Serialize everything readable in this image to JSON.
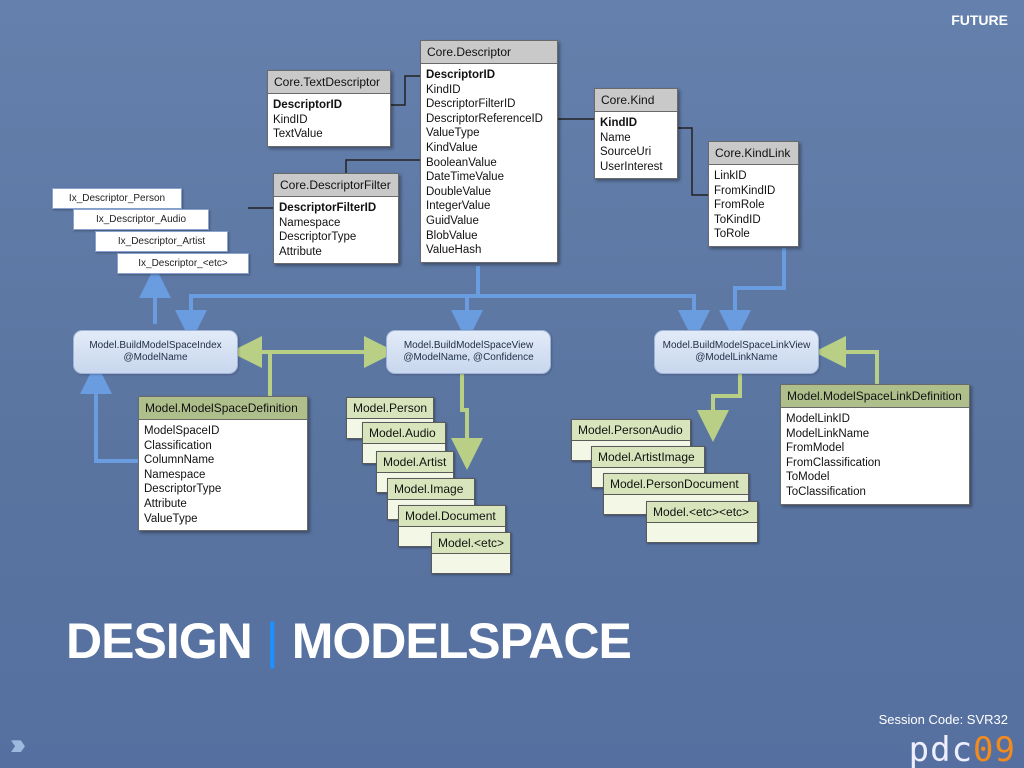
{
  "header": {
    "tag": "FUTURE"
  },
  "tables": {
    "descriptor": {
      "name": "Core.Descriptor",
      "fields": [
        "DescriptorID",
        "KindID",
        "DescriptorFilterID",
        "DescriptorReferenceID",
        "ValueType",
        "KindValue",
        "BooleanValue",
        "DateTimeValue",
        "DoubleValue",
        "IntegerValue",
        "GuidValue",
        "BlobValue",
        "ValueHash"
      ]
    },
    "text_descriptor": {
      "name": "Core.TextDescriptor",
      "fields": [
        "DescriptorID",
        "KindID",
        "TextValue"
      ]
    },
    "descriptor_filter": {
      "name": "Core.DescriptorFilter",
      "fields": [
        "DescriptorFilterID",
        "Namespace",
        "DescriptorType",
        "Attribute"
      ]
    },
    "kind": {
      "name": "Core.Kind",
      "fields": [
        "KindID",
        "Name",
        "SourceUri",
        "UserInterest"
      ]
    },
    "kind_link": {
      "name": "Core.KindLink",
      "fields": [
        "LinkID",
        "FromKindID",
        "FromRole",
        "ToKindID",
        "ToRole"
      ]
    },
    "modelspace_definition": {
      "name": "Model.ModelSpaceDefinition",
      "fields": [
        "ModelSpaceID",
        "Classification",
        "ColumnName",
        "Namespace",
        "DescriptorType",
        "Attribute",
        "ValueType"
      ]
    },
    "modelspace_link_definition": {
      "name": "Model.ModelSpaceLinkDefinition",
      "fields": [
        "ModelLinkID",
        "ModelLinkName",
        "FromModel",
        "FromClassification",
        "ToModel",
        "ToClassification"
      ]
    }
  },
  "index_tables": [
    "Ix_Descriptor_Person",
    "Ix_Descriptor_Audio",
    "Ix_Descriptor_Artist",
    "Ix_Descriptor_<etc>"
  ],
  "procedures": {
    "build_index": {
      "line1": "Model.BuildModelSpaceIndex",
      "line2": "@ModelName"
    },
    "build_view": {
      "line1": "Model.BuildModelSpaceView",
      "line2": "@ModelName, @Confidence"
    },
    "build_link_view": {
      "line1": "Model.BuildModelSpaceLinkView",
      "line2": "@ModelLinkName"
    }
  },
  "model_views": [
    "Model.Person",
    "Model.Audio",
    "Model.Artist",
    "Model.Image",
    "Model.Document",
    "Model.<etc>"
  ],
  "link_views": [
    "Model.PersonAudio",
    "Model.ArtistImage",
    "Model.PersonDocument",
    "Model.<etc><etc>"
  ],
  "title": {
    "left": "DESIGN",
    "sep": "|",
    "right": "MODELSPACE"
  },
  "footer": {
    "session": "Session Code: SVR32",
    "logo_left": "pdc",
    "logo_right": "09"
  },
  "colors": {
    "background": "#5d78a5",
    "blue_arrow": "#6a9ce0",
    "green_arrow": "#b9cf86",
    "accent": "#1e90ff"
  }
}
